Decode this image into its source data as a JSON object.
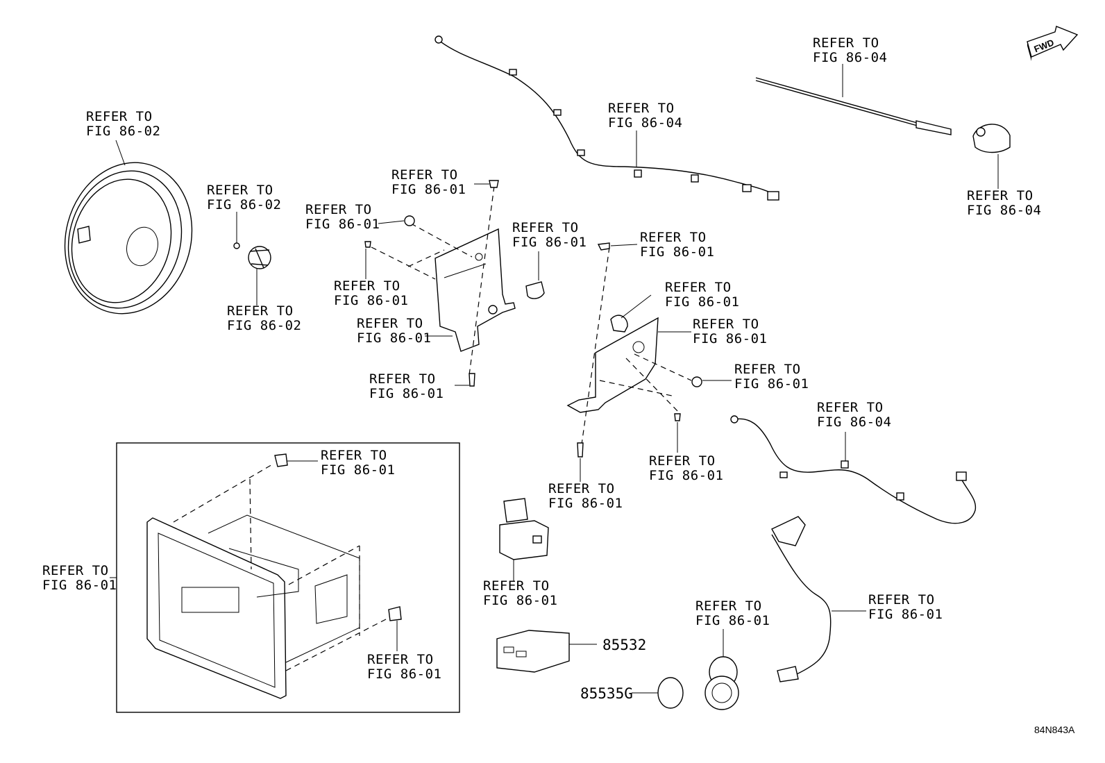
{
  "callouts": {
    "speaker_large": [
      "REFER TO",
      "FIG 86-02"
    ],
    "tweeter_screw": [
      "REFER TO",
      "FIG 86-02"
    ],
    "tweeter": [
      "REFER TO",
      "FIG 86-02"
    ],
    "bracket_l_nut_top": [
      "REFER TO",
      "FIG 86-01"
    ],
    "bracket_l_grommet": [
      "REFER TO",
      "FIG 86-01"
    ],
    "bracket_l_screw": [
      "REFER TO",
      "FIG 86-01"
    ],
    "bracket_l": [
      "REFER TO",
      "FIG 86-01"
    ],
    "bracket_l_bottom_screw": [
      "REFER TO",
      "FIG 86-01"
    ],
    "clip_mid": [
      "REFER TO",
      "FIG 86-01"
    ],
    "harness_top": [
      "REFER TO",
      "FIG 86-04"
    ],
    "rod_antenna": [
      "REFER TO",
      "FIG 86-04"
    ],
    "antenna_base": [
      "REFER TO",
      "FIG 86-04"
    ],
    "bracket_r_nut_top": [
      "REFER TO",
      "FIG 86-01"
    ],
    "bracket_r_grommet": [
      "REFER TO",
      "FIG 86-01"
    ],
    "bracket_r": [
      "REFER TO",
      "FIG 86-01"
    ],
    "bracket_r_bushing": [
      "REFER TO",
      "FIG 86-01"
    ],
    "bracket_r_screw": [
      "REFER TO",
      "FIG 86-01"
    ],
    "bracket_r_bottom_screw": [
      "REFER TO",
      "FIG 86-01"
    ],
    "harness_right": [
      "REFER TO",
      "FIG 86-04"
    ],
    "relay": [
      "REFER TO",
      "FIG 86-01"
    ],
    "harness_usb": [
      "REFER TO",
      "FIG 86-01"
    ],
    "usb_socket": [
      "REFER TO",
      "FIG 86-01"
    ],
    "box_clip_top": [
      "REFER TO",
      "FIG 86-01"
    ],
    "box_clip_bottom": [
      "REFER TO",
      "FIG 86-01"
    ],
    "head_unit": [
      "REFER TO",
      "FIG 86-01"
    ]
  },
  "part_numbers": {
    "usb_port": "85532",
    "cover": "85535G"
  },
  "direction_label": "FWD",
  "figure_id": "84N843A"
}
